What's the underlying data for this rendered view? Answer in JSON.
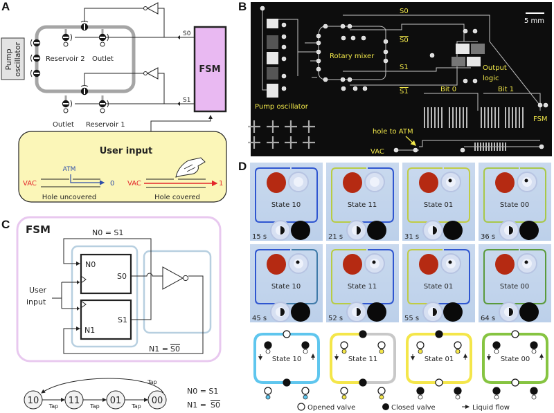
{
  "panels": {
    "A": {
      "letter": "A",
      "pump_label_line1": "Pump",
      "pump_label_line2": "oscillator",
      "reservoir2": "Reservoir 2",
      "outlet_top": "Outlet",
      "outlet_bottom": "Outlet",
      "reservoir1": "Reservoir 1",
      "s0": "S0",
      "s1": "S1",
      "fsm": "FSM",
      "user_input": {
        "title": "User input",
        "atm": "ATM",
        "vac_left": "VAC",
        "out_zero": "0",
        "caption_left": "Hole uncovered",
        "vac_right": "VAC",
        "out_one": "1",
        "caption_right": "Hole covered"
      },
      "colors": {
        "fsm_fill": "#e9b9f2",
        "user_input_fill": "#fbf6b8",
        "vac_red": "#e3262b",
        "atm_blue": "#2e4ea8"
      }
    },
    "B": {
      "letter": "B",
      "scale_bar": "5 mm",
      "labels": {
        "s0": "S0",
        "s0_bar": "S0",
        "s1": "S1",
        "s1_bar": "S1",
        "rotary_mixer": "Rotary mixer",
        "output_logic_1": "Output",
        "output_logic_2": "logic",
        "bit0": "Bit 0",
        "bit1": "Bit 1",
        "pump_oscillator": "Pump oscillator",
        "fsm": "FSM",
        "hole_to_atm": "hole to ATM",
        "vac": "VAC"
      },
      "colors": {
        "background": "#0d0d0d",
        "label_yellow": "#f2e84a"
      }
    },
    "C": {
      "letter": "C",
      "fsm_title": "FSM",
      "n0_eq": "N0 = S1",
      "n0": "N0",
      "s0": "S0",
      "s1": "S1",
      "n1": "N1",
      "user_input_1": "User",
      "user_input_2": "input",
      "n1_eq_prefix": "N1 =",
      "n1_eq_bar": "S0",
      "state_diagram": {
        "states": [
          "10",
          "11",
          "01",
          "00"
        ],
        "transition_label": "Tap",
        "eq1": "N0 = S1",
        "eq2_prefix": "N1 = ",
        "eq2_bar": "S0"
      },
      "colors": {
        "outer_border": "#e8c8ef",
        "inner_border": "#b7cfe0"
      }
    },
    "D": {
      "letter": "D",
      "photos": [
        {
          "state": "State 10",
          "time": "15 s"
        },
        {
          "state": "State 11",
          "time": "21 s"
        },
        {
          "state": "State 01",
          "time": "31 s"
        },
        {
          "state": "State 00",
          "time": "36 s"
        },
        {
          "state": "State 10",
          "time": "45 s"
        },
        {
          "state": "State 11",
          "time": "52 s"
        },
        {
          "state": "State 01",
          "time": "55 s"
        },
        {
          "state": "State 00",
          "time": "64 s"
        }
      ],
      "schematics": [
        {
          "state": "State 10",
          "color": "#5fc6ee"
        },
        {
          "state": "State 11",
          "color": "#f4e64a"
        },
        {
          "state": "State 01",
          "color": "#f4e64a"
        },
        {
          "state": "State 00",
          "color": "#86c441"
        }
      ],
      "legend": {
        "opened_valve": "Opened valve",
        "closed_valve": "Closed valve",
        "liquid_flow": "Liquid flow"
      }
    }
  }
}
